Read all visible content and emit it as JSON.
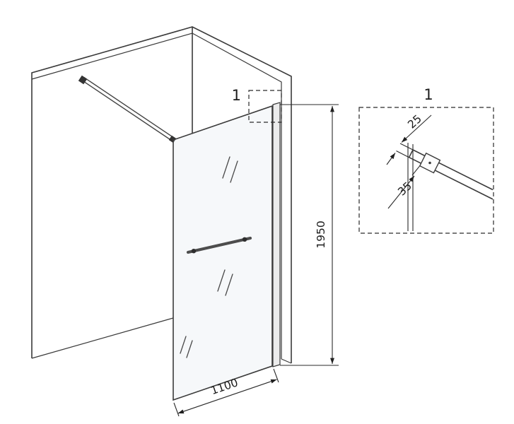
{
  "colors": {
    "line": "#3a3a3a",
    "dimension": "#2a2a2a",
    "metal": "#4d4d4d",
    "mount_dark": "#333333",
    "glass_tint": "#cddae4",
    "background": "#ffffff"
  },
  "main_view": {
    "detail_marker": "1",
    "dimensions": {
      "height": "1950",
      "width": "1100"
    }
  },
  "detail_view": {
    "label": "1",
    "dimensions": {
      "profile_width": "25",
      "profile_depth": "35"
    }
  }
}
